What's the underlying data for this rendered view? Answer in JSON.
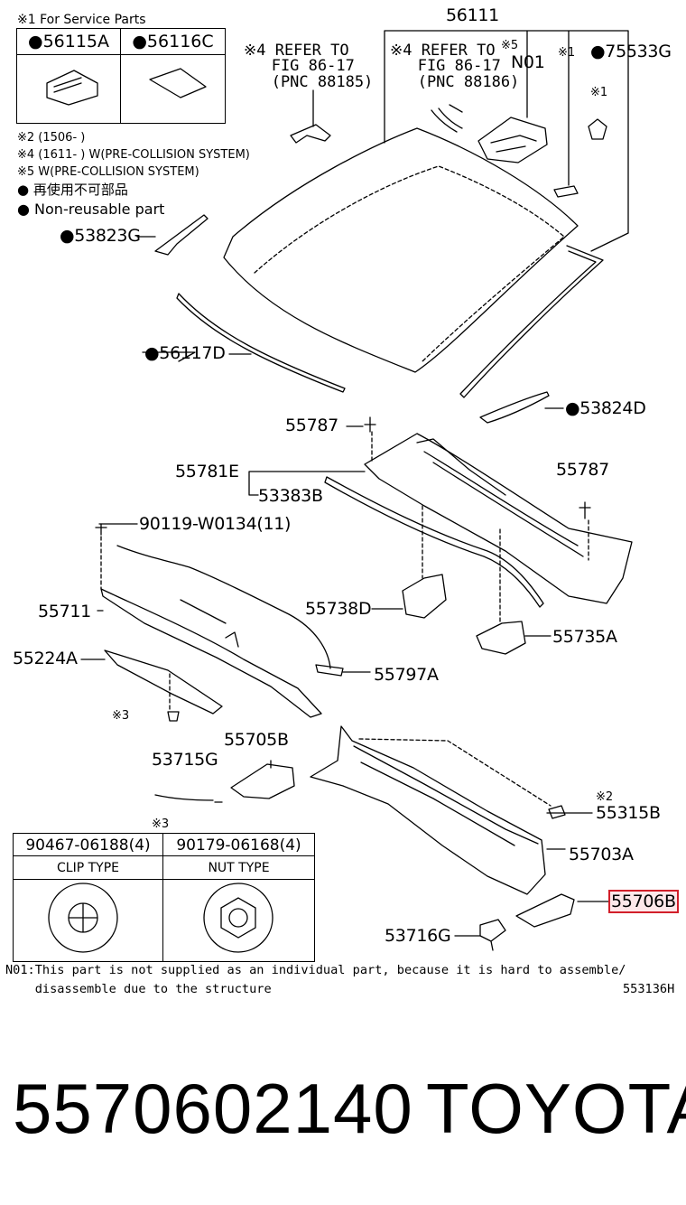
{
  "service_note": "※1 For Service Parts",
  "service_parts": [
    {
      "code": "●56115A"
    },
    {
      "code": "●56116C"
    }
  ],
  "notes": [
    "※2 (1506-        )",
    "※4 (1611-        ) W(PRE-COLLISION SYSTEM)",
    "※5 W(PRE-COLLISION SYSTEM)",
    "● 再使用不可部品",
    "● Non-reusable part"
  ],
  "refer_left": "※4 REFER TO\n   FIG 86-17\n   (PNC 88185)",
  "refer_right": "※4 REFER TO\n   FIG 86-17\n   (PNC 88186)",
  "labels": {
    "p56111": "56111",
    "pN01": "N01",
    "pN01_mark": "※5",
    "p75533G": "●75533G",
    "p75533G_mark": "※1",
    "clip_mark": "※1",
    "p53823G": "●53823G",
    "p56117D": "●56117D",
    "p53824D": "●53824D",
    "p55787a": "55787",
    "p55787b": "55787",
    "p55781E": "55781E",
    "p53383B": "53383B",
    "p90119": "90119-W0134(11)",
    "p55711": "55711",
    "p55738D": "55738D",
    "p55735A": "55735A",
    "p55224A": "55224A",
    "p55797A": "55797A",
    "p3mark": "※3",
    "p53715G": "53715G",
    "p55705B": "55705B",
    "p2mark": "※2",
    "p55315B": "55315B",
    "p55703A": "55703A",
    "p55706B": "55706B",
    "p53716G": "53716G",
    "table_mark": "※3"
  },
  "clip_table": {
    "col1_part": "90467-06188(4)",
    "col2_part": "90179-06168(4)",
    "col1_type": "CLIP TYPE",
    "col2_type": "NUT TYPE"
  },
  "footnote_line1": "N01:This part is not supplied as an individual part,  because it is hard to assemble/",
  "footnote_line2": "    disassemble due to the structure",
  "figure_code": "553136H",
  "bottom": {
    "part_number": "5570602140",
    "brand": "TOYOTA"
  },
  "colors": {
    "highlight_border": "#d21f2a",
    "highlight_fill": "#fde7e9",
    "line": "#000000"
  }
}
